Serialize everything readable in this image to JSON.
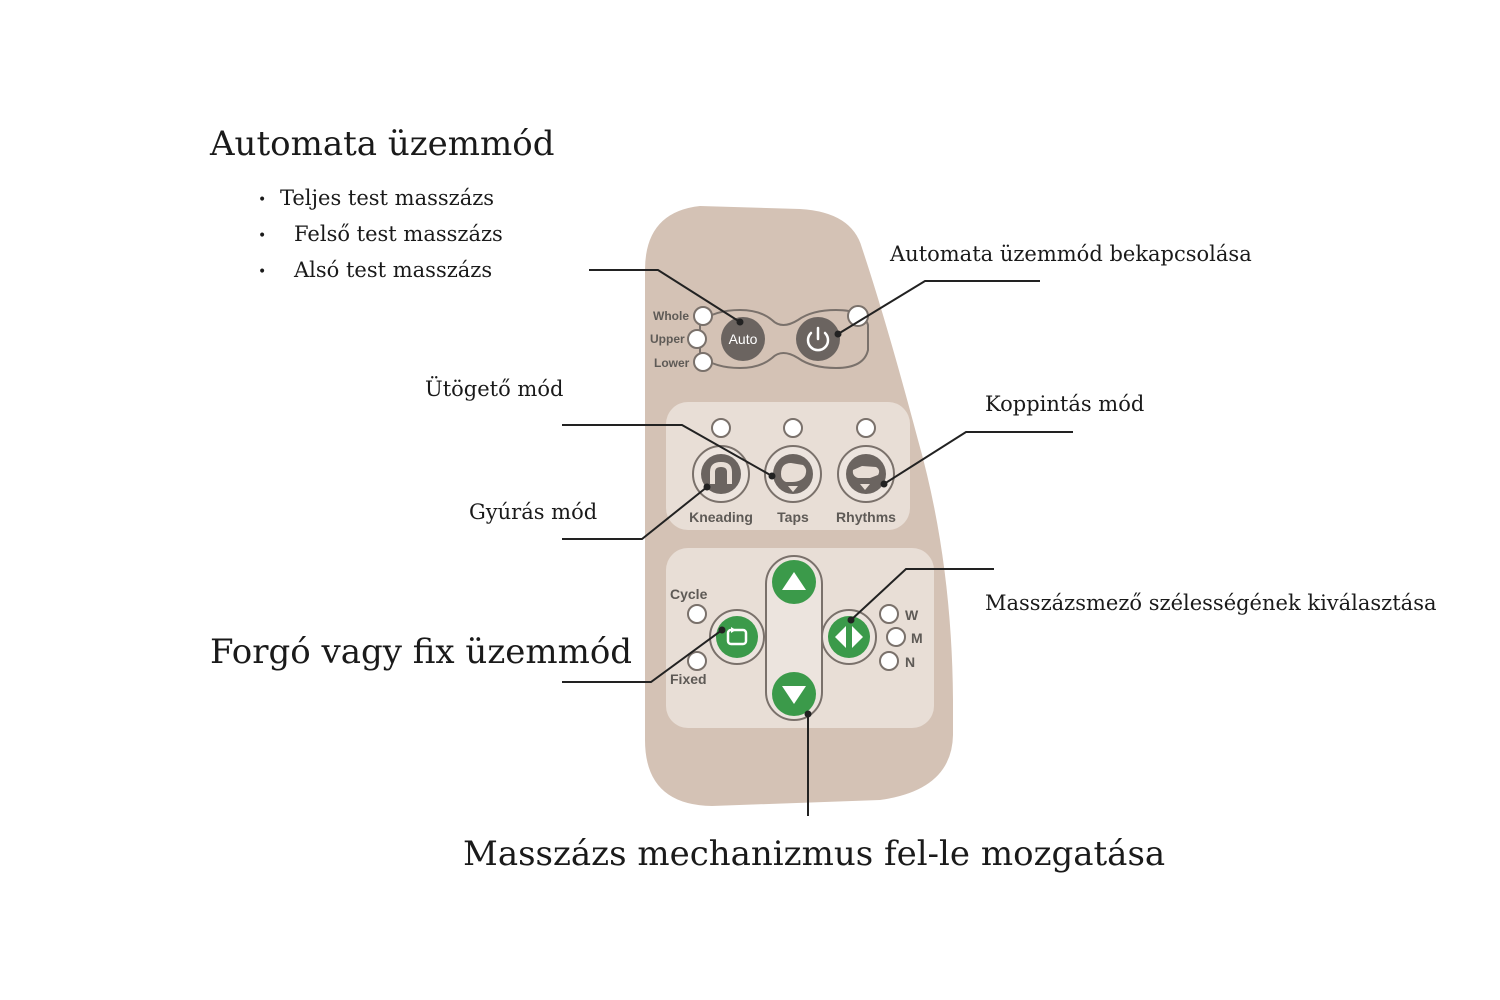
{
  "annotations": {
    "auto_mode_title": "Automata üzemmód",
    "auto_mode_items": [
      "Teljes test masszázs",
      "Felső test masszázs",
      "Alsó test masszázs"
    ],
    "auto_on": "Automata üzemmód bekapcsolása",
    "tapping_mode": "Ütögető mód",
    "knock_mode": "Koppintás mód",
    "kneading_mode": "Gyúrás mód",
    "width_select": "Masszázsmező szélességének  kiválasztása",
    "cycle_fixed": "Forgó vagy fix üzemmód",
    "up_down": "Masszázs mechanizmus fel-le mozgatása"
  },
  "panel": {
    "auto_section": {
      "whole": "Whole",
      "upper": "Upper",
      "lower": "Lower",
      "auto_button": "Auto",
      "power_icon": "power-icon"
    },
    "mode_section": {
      "kneading": "Kneading",
      "taps": "Taps",
      "rhythms": "Rhythms"
    },
    "move_section": {
      "cycle": "Cycle",
      "fixed": "Fixed",
      "width_w": "W",
      "width_m": "M",
      "width_n": "N",
      "up_icon": "arrow-up-icon",
      "down_icon": "arrow-down-icon",
      "cycle_icon": "cycle-icon",
      "width_icon": "width-icon"
    }
  },
  "colors": {
    "panel_body": "#d4c2b5",
    "section_bg": "#e8ded6",
    "button_dark": "#6b6460",
    "button_green": "#3b9a4a",
    "leader_line": "#222222"
  }
}
